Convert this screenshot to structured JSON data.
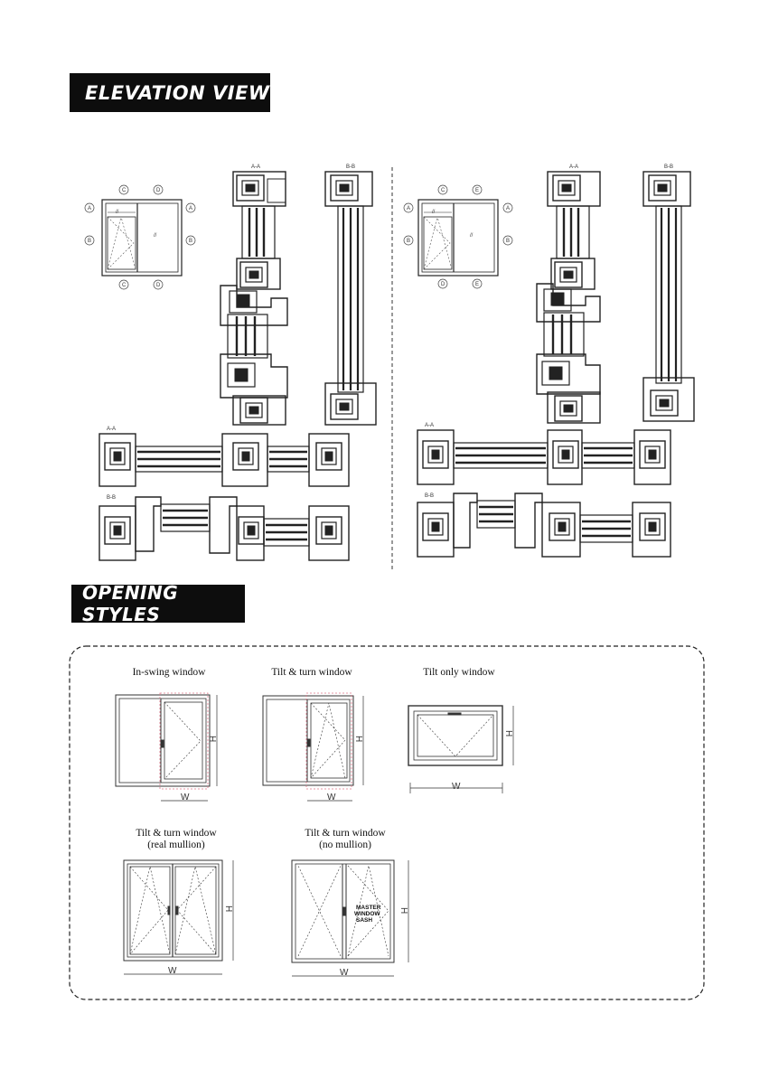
{
  "sections": {
    "elevation_title": "ELEVATION VIEW",
    "opening_title": "OPENING STYLES"
  },
  "elevation": {
    "left_tags": [
      "A",
      "B",
      "C",
      "D"
    ],
    "right_tags": [
      "A",
      "B",
      "C",
      "D",
      "E"
    ]
  },
  "opening_styles": [
    {
      "label": "In-swing window"
    },
    {
      "label": "Tilt & turn window"
    },
    {
      "label": "Tilt only window"
    },
    {
      "label": "Tilt & turn window",
      "sublabel": "(real mullion)"
    },
    {
      "label": "Tilt & turn window",
      "sublabel": "(no mullion)",
      "note": [
        "MASTER",
        "WINDOW",
        "SASH"
      ]
    }
  ],
  "dimensions": {
    "width": "W",
    "height": "H"
  },
  "colors": {
    "banner": "#0d0d0d",
    "line": "#222222",
    "dashed_guide": "#e0788a"
  }
}
